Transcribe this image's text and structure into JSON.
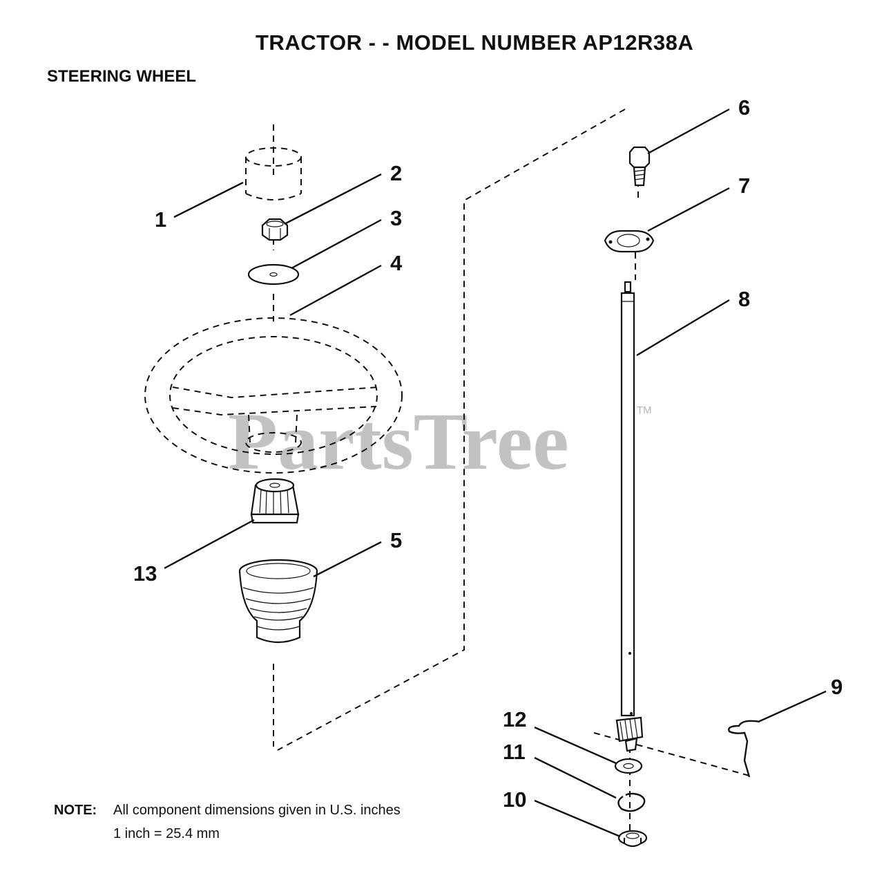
{
  "header": {
    "title": "TRACTOR - - MODEL NUMBER AP12R38A",
    "section": "STEERING WHEEL"
  },
  "callouts": [
    "1",
    "2",
    "3",
    "4",
    "5",
    "6",
    "7",
    "8",
    "9",
    "10",
    "11",
    "12",
    "13"
  ],
  "watermark": {
    "text": "PartsTree",
    "trademark": "TM"
  },
  "note": {
    "label": "NOTE:",
    "line1": "All component dimensions given in U.S. inches",
    "line2": "1 inch = 25.4 mm"
  }
}
